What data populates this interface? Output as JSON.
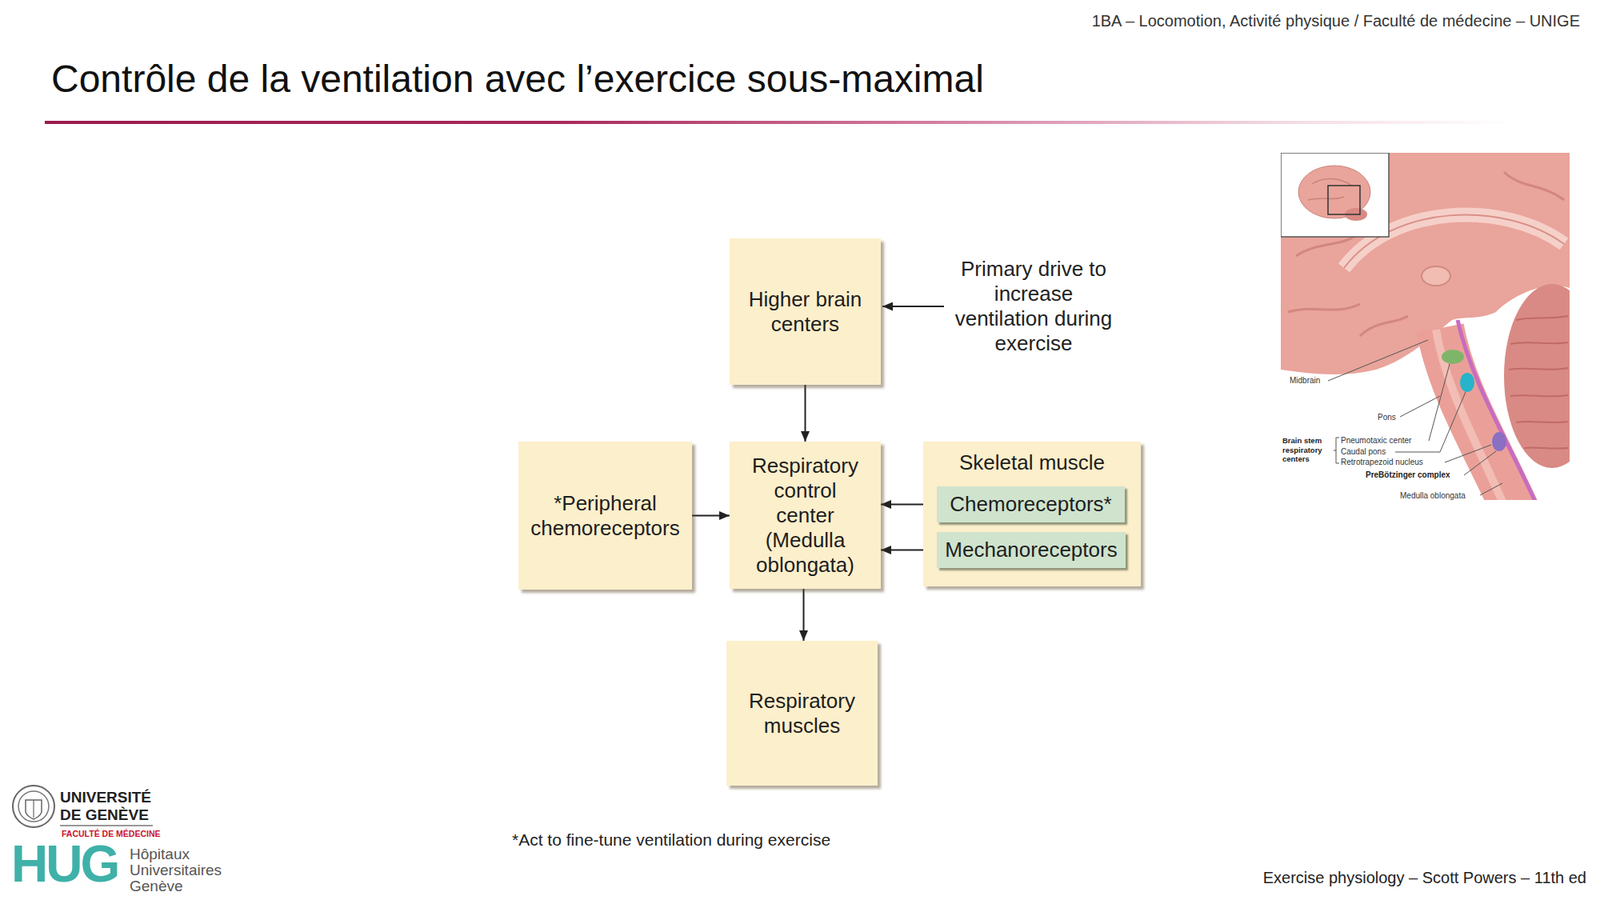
{
  "diagram": {
    "title": "Contrôle de la ventilation avec l’exercice sous-maximal",
    "nodes": [
      {
        "text": [
          "Higher brain centers"
        ]
      },
      {
        "text": [
          "*Peripheral chemoreceptors"
        ]
      },
      {
        "text": [
          "Respiratory control center (Medulla oblongata)"
        ]
      },
      {
        "text": [
          "Skeletal muscle"
        ]
      },
      {
        "text": [
          "Chemoreceptors*"
        ],
        "in": 3
      },
      {
        "text": [
          "Mechanoreceptors"
        ],
        "in": 3
      },
      {
        "text": [
          "Respiratory muscles"
        ]
      }
    ],
    "edges": [
      {
        "from": 0,
        "to": 2,
        "arrow": "to"
      },
      {
        "from": 1,
        "to": 2,
        "arrow": "to"
      },
      {
        "from": 4,
        "to": 2,
        "arrow": "to"
      },
      {
        "from": 5,
        "to": 2,
        "arrow": "to"
      },
      {
        "from": 2,
        "to": 6,
        "arrow": "to"
      }
    ],
    "labels": [
      "1BA – Locomotion, Activité physique / Faculté de médecine – UNIGE",
      "Primary drive to increase ventilation during exercise",
      "*Act to fine-tune ventilation during exercise",
      "Midbrain",
      "Pons",
      "Brain stem respiratory centers",
      "Pneumotaxic center",
      "Caudal pons",
      "Retrotrapezoid nucleus",
      "PreBötzinger complex",
      "Medulla oblongata",
      "UNIVERSITÉ DE GENÈVE",
      "FACULTÉ DE MÉDECINE",
      "HUG",
      "Hôpitaux Universitaires Genève",
      "Exercise physiology – Scott Powers – 11th ed"
    ]
  }
}
